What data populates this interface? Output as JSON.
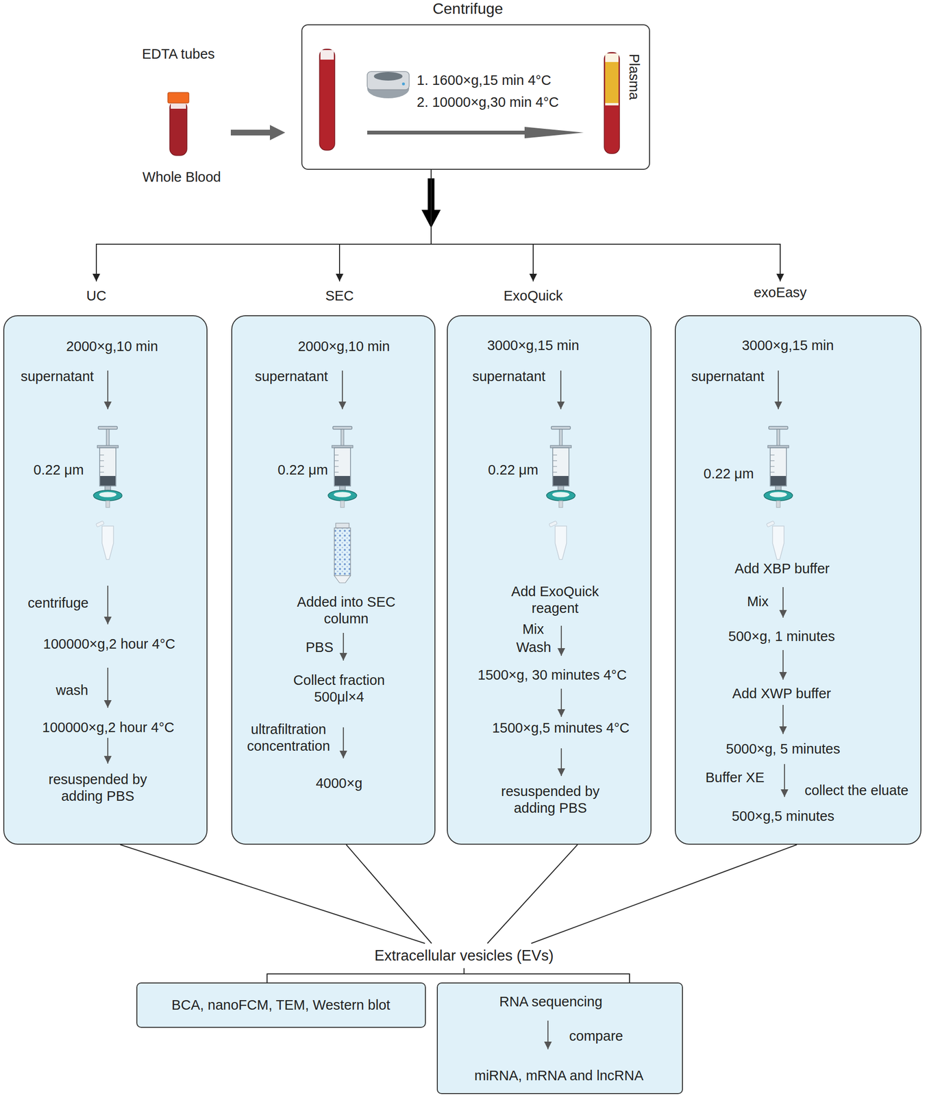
{
  "diagram": {
    "nodes": [
      {
        "text": [
          "Centrifuge",
          "1. 1600×g,15 min 4°C",
          "2. 10000×g,30 min 4°C",
          "Plasma"
        ]
      },
      {
        "text": [
          "UC",
          "2000×g,10 min",
          "supernatant",
          "0.22 μm",
          "centrifuge",
          "100000×g,2 hour 4°C",
          "wash",
          "100000×g,2 hour 4°C",
          "resuspended by adding PBS"
        ]
      },
      {
        "text": [
          "SEC",
          "2000×g,10 min",
          "supernatant",
          "0.22 μm",
          "Added into SEC column",
          "PBS",
          "Collect fraction 500μl×4",
          "ultrafiltration concentration",
          "4000×g"
        ]
      },
      {
        "text": [
          "ExoQuick",
          "3000×g,15 min",
          "supernatant",
          "0.22 μm",
          "Add ExoQuick reagent",
          "Mix",
          "Wash",
          "1500×g, 30 minutes 4°C",
          "1500×g,5 minutes 4°C",
          "resuspended by adding PBS"
        ]
      },
      {
        "text": [
          "exoEasy",
          "3000×g,15 min",
          "supernatant",
          "0.22 μm",
          "Add XBP buffer",
          "Mix",
          "500×g, 1 minutes",
          "Add XWP buffer",
          "5000×g, 5 minutes",
          "Buffer XE",
          "collect the eluate",
          "500×g,5 minutes"
        ]
      },
      {
        "text": [
          "Extracellular vesicles (EVs)"
        ]
      },
      {
        "text": [
          "BCA, nanoFCM, TEM, Western blot"
        ]
      },
      {
        "text": [
          "RNA sequencing",
          "compare",
          "miRNA, mRNA and lncRNA"
        ]
      }
    ],
    "edges": [
      {
        "from": 0,
        "to": 1,
        "arrow": "to"
      },
      {
        "from": 0,
        "to": 2,
        "arrow": "to"
      },
      {
        "from": 0,
        "to": 3,
        "arrow": "to"
      },
      {
        "from": 0,
        "to": 4,
        "arrow": "to"
      },
      {
        "from": 1,
        "to": 5,
        "arrow": "none"
      },
      {
        "from": 2,
        "to": 5,
        "arrow": "none"
      },
      {
        "from": 3,
        "to": 5,
        "arrow": "none"
      },
      {
        "from": 4,
        "to": 5,
        "arrow": "none"
      },
      {
        "from": 5,
        "to": 6,
        "arrow": "none"
      },
      {
        "from": 5,
        "to": 7,
        "arrow": "none"
      }
    ],
    "labels": [
      "EDTA tubes",
      "Whole Blood"
    ]
  }
}
